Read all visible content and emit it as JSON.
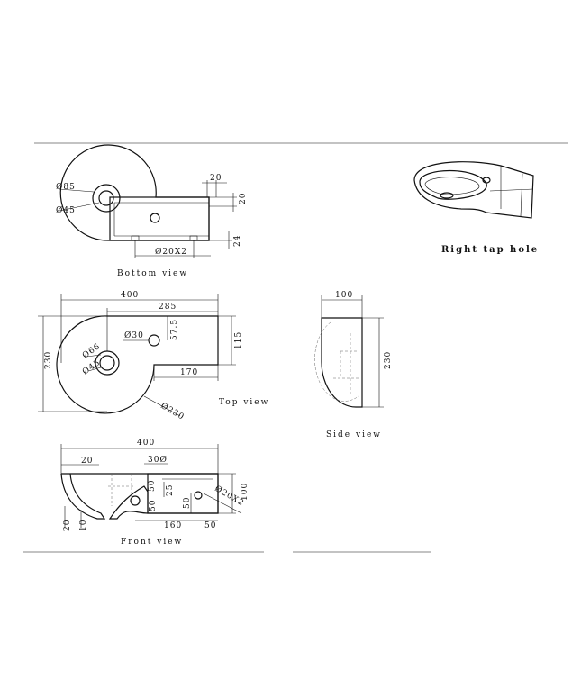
{
  "views": {
    "bottom": {
      "caption": "Bottom view",
      "dims": {
        "d85": "Ø85",
        "d45": "Ø45",
        "w20": "20",
        "h20": "20",
        "h24": "24",
        "holes": "Ø20X2"
      }
    },
    "top": {
      "caption": "Top view",
      "dims": {
        "w400": "400",
        "w285": "285",
        "h230": "230",
        "d30": "Ø30",
        "v57": "57.5",
        "h115": "115",
        "d66": "Ø66",
        "d45": "Ø45",
        "w170": "170",
        "r230": "Ø230"
      }
    },
    "side": {
      "caption": "Side view",
      "dims": {
        "w100": "100",
        "h230": "230"
      }
    },
    "front": {
      "caption": "Front view",
      "dims": {
        "w400": "400",
        "w20": "20",
        "d30": "30Ø",
        "v25": "25",
        "d20x2": "Ø20X2",
        "h100": "100",
        "v50a": "50",
        "v50b": "50",
        "w160": "160",
        "v20": "20",
        "v10": "10",
        "w50": "50",
        "h50": "50"
      }
    },
    "iso": {
      "caption": "Right tap hole"
    }
  }
}
